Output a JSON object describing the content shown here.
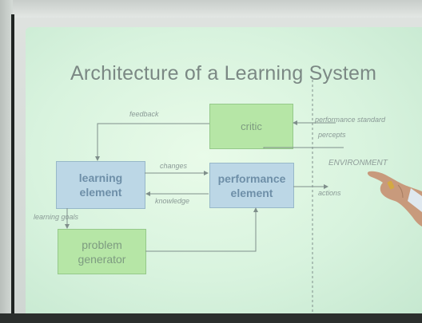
{
  "slide": {
    "title": "Architecture of a Learning System",
    "boxes": {
      "critic": "critic",
      "learning_element": [
        "learning",
        "element"
      ],
      "performance_element": [
        "performance",
        "element"
      ],
      "problem_generator": [
        "problem",
        "generator"
      ]
    },
    "labels": {
      "feedback": "feedback",
      "changes": "changes",
      "knowledge": "knowledge",
      "learning_goals": "learning goals",
      "performance_standard": "performance standard",
      "percepts": "percepts",
      "environment": "ENVIRONMENT",
      "actions": "actions"
    }
  },
  "colors": {
    "box_green": "#b6e6a6",
    "box_blue": "#bcd7e6",
    "slide_bg": "#e0f6e3",
    "arrow": "#7f8f8b"
  }
}
